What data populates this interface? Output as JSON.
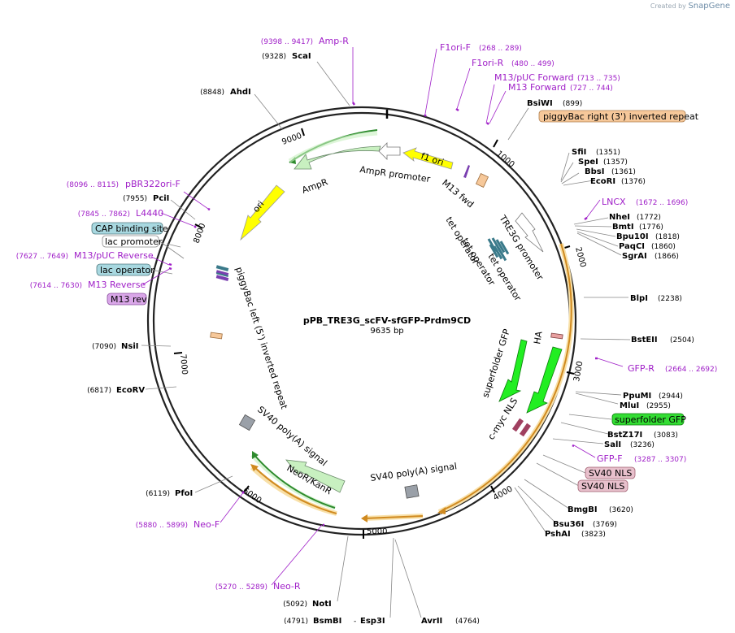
{
  "credit": {
    "prefix": "Created by",
    "brand": "SnapGene"
  },
  "plasmid": {
    "name": "pPB_TRE3G_scFV-sfGFP-Prdm9CD",
    "length_label": "9635 bp"
  },
  "ticks": [
    "1000",
    "2000",
    "3000",
    "4000",
    "5000",
    "6000",
    "7000",
    "8000",
    "9000"
  ],
  "enzymes": [
    {
      "name": "ScaI",
      "pos": "(9328)"
    },
    {
      "name": "AhdI",
      "pos": "(8848)"
    },
    {
      "name": "PciI",
      "pos": "(7955)"
    },
    {
      "name": "NsiI",
      "pos": "(7090)"
    },
    {
      "name": "EcoRV",
      "pos": "(6817)"
    },
    {
      "name": "PfoI",
      "pos": "(6119)"
    },
    {
      "name": "NotI",
      "pos": "(5092)"
    },
    {
      "name": "BsmBI",
      "pos": "(4791)"
    },
    {
      "name": "Esp3I",
      "pos": "-"
    },
    {
      "name": "AvrII",
      "pos": "(4764)"
    },
    {
      "name": "BsiWI",
      "pos": "(899)"
    },
    {
      "name": "SfiI",
      "pos": "(1351)"
    },
    {
      "name": "SpeI",
      "pos": "(1357)"
    },
    {
      "name": "BbsI",
      "pos": "(1361)"
    },
    {
      "name": "EcoRI",
      "pos": "(1376)"
    },
    {
      "name": "NheI",
      "pos": "(1772)"
    },
    {
      "name": "BmtI",
      "pos": "(1776)"
    },
    {
      "name": "Bpu10I",
      "pos": "(1818)"
    },
    {
      "name": "PaqCI",
      "pos": "(1860)"
    },
    {
      "name": "SgrAI",
      "pos": "(1866)"
    },
    {
      "name": "BlpI",
      "pos": "(2238)"
    },
    {
      "name": "BstEII",
      "pos": "(2504)"
    },
    {
      "name": "PpuMI",
      "pos": "(2944)"
    },
    {
      "name": "MluI",
      "pos": "(2955)"
    },
    {
      "name": "BstZ17I",
      "pos": "(3083)"
    },
    {
      "name": "SalI",
      "pos": "(3236)"
    },
    {
      "name": "BmgBI",
      "pos": "(3620)"
    },
    {
      "name": "Bsu36I",
      "pos": "(3769)"
    },
    {
      "name": "PshAI",
      "pos": "(3823)"
    }
  ],
  "primers": [
    {
      "name": "Amp-R",
      "range": "(9398 .. 9417)"
    },
    {
      "name": "F1ori-F",
      "range": "(268 .. 289)"
    },
    {
      "name": "F1ori-R",
      "range": "(480 .. 499)"
    },
    {
      "name": "M13/pUC Forward",
      "range": "(713 .. 735)"
    },
    {
      "name": "M13 Forward",
      "range": "(727 .. 744)"
    },
    {
      "name": "pBR322ori-F",
      "range": "(8096 .. 8115)"
    },
    {
      "name": "L4440",
      "range": "(7845 .. 7862)"
    },
    {
      "name": "M13/pUC Reverse",
      "range": "(7627 .. 7649)"
    },
    {
      "name": "M13 Reverse",
      "range": "(7614 .. 7630)"
    },
    {
      "name": "LNCX",
      "range": "(1672 .. 1696)"
    },
    {
      "name": "GFP-R",
      "range": "(2664 .. 2692)"
    },
    {
      "name": "GFP-F",
      "range": "(3287 .. 3307)"
    },
    {
      "name": "Neo-F",
      "range": "(5880 .. 5899)"
    },
    {
      "name": "Neo-R",
      "range": "(5270 .. 5289)"
    }
  ],
  "boxed_labels": [
    {
      "text": "piggyBac right (3') inverted repeat",
      "color": "#f6c89a"
    },
    {
      "text": "CAP binding site",
      "color": "#a8d8e0"
    },
    {
      "text": "lac promoter",
      "color": "#ffffff"
    },
    {
      "text": "lac operator",
      "color": "#a8d8e0"
    },
    {
      "text": "M13 rev",
      "color": "#d9a6e8"
    },
    {
      "text": "superfolder GFP",
      "color": "#33dd33"
    },
    {
      "text": "SV40 NLS",
      "color": "#e8c0cc"
    },
    {
      "text": "SV40 NLS",
      "color": "#e8c0cc"
    }
  ],
  "features": [
    {
      "text": "f1 ori"
    },
    {
      "text": "AmpR promoter"
    },
    {
      "text": "AmpR"
    },
    {
      "text": "M13 fwd"
    },
    {
      "text": "ori"
    },
    {
      "text": "TRE3G promoter"
    },
    {
      "text": "tet operator"
    },
    {
      "text": "tet operator"
    },
    {
      "text": "tet operator"
    },
    {
      "text": "piggyBac left (5') inverted repeat"
    },
    {
      "text": "HA"
    },
    {
      "text": "superfolder GFP"
    },
    {
      "text": "c-myc NLS"
    },
    {
      "text": "SV40 poly(A) signal"
    },
    {
      "text": "NeoR/KanR"
    },
    {
      "text": "SV40 poly(A) signal"
    }
  ],
  "colors": {
    "primer": "#a020c8",
    "backbone": "#222222",
    "amp": "#c8f0c0",
    "ampr_line": "#2e8b2e",
    "ori": "#ffff00",
    "orf_line": "#d08a20",
    "orf_glow": "#f8e0a8",
    "gfp": "#22ee22",
    "sv40nls": "#a04060",
    "neor": "#c8f0c0"
  }
}
